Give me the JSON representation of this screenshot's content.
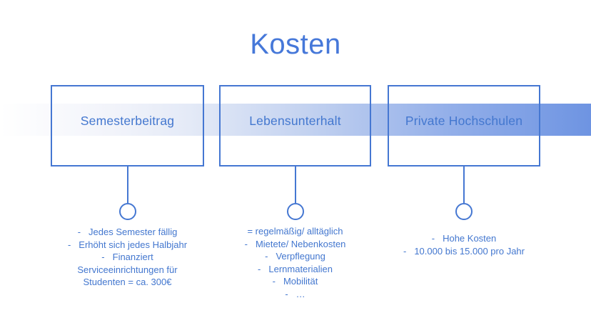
{
  "slide": {
    "title": "Kosten"
  },
  "colors": {
    "accent": "#4577d2",
    "title_text": "#4678d9",
    "body_text": "#4377cf",
    "band_gradient_end": "#6e94e2"
  },
  "columns": [
    {
      "title": "Semesterbeitrag",
      "lines": [
        {
          "marker": "-",
          "text": "Jedes Semester fällig"
        },
        {
          "marker": "-",
          "text": "Erhöht sich jedes Halbjahr"
        },
        {
          "marker": "-",
          "text": "Finanziert"
        },
        {
          "marker": "",
          "text": "Serviceeinrichtungen für"
        },
        {
          "marker": "",
          "text": "Studenten = ca. 300€"
        }
      ]
    },
    {
      "title": "Lebensunterhalt",
      "lines": [
        {
          "marker": "",
          "text": "= regelmäßig/ alltäglich"
        },
        {
          "marker": "-",
          "text": "Mietete/ Nebenkosten"
        },
        {
          "marker": "-",
          "text": "Verpflegung"
        },
        {
          "marker": "-",
          "text": "Lernmaterialien"
        },
        {
          "marker": "-",
          "text": "Mobilität"
        },
        {
          "marker": "-",
          "text": "…"
        }
      ]
    },
    {
      "title": "Private Hochschulen",
      "lines": [
        {
          "marker": "-",
          "text": "Hohe Kosten"
        },
        {
          "marker": "-",
          "text": "10.000 bis 15.000 pro Jahr"
        }
      ]
    }
  ]
}
